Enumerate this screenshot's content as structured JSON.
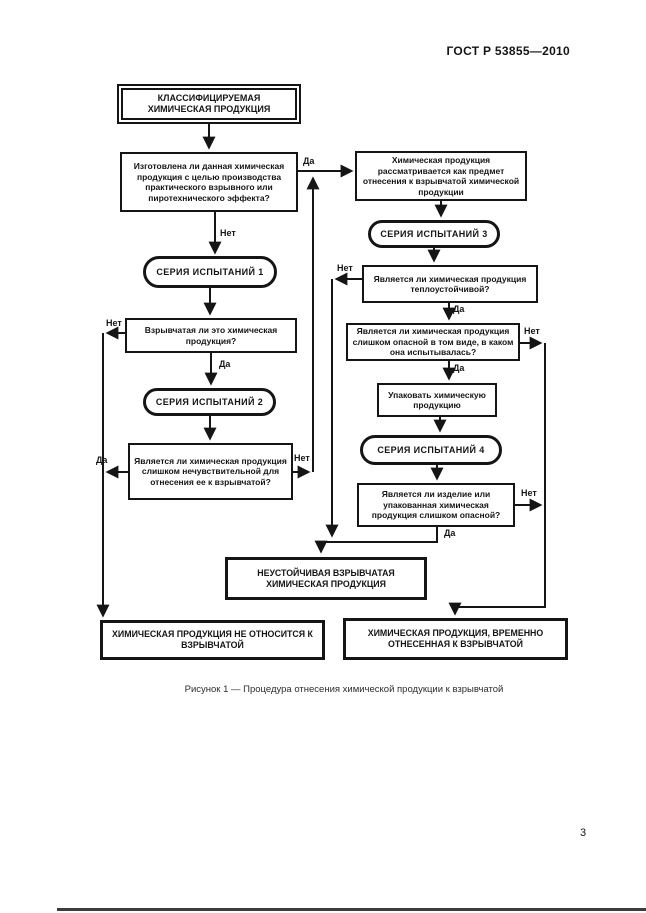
{
  "page": {
    "doc_code": "ГОСТ Р 53855—2010",
    "page_number": "3",
    "caption": "Рисунок 1 — Процедура отнесения химической продукции к взрывчатой"
  },
  "flowchart": {
    "nodes": {
      "start": "КЛАССИФИЦИРУЕМАЯ ХИМИЧЕСКАЯ ПРОДУКЦИЯ",
      "q_manufactured": "Изготовлена ли данная химическая продукция с целью производства практического взрывного или пиротехнического эффекта?",
      "candidate": "Химическая продукция рассматривается как предмет отнесения к взрывчатой химической продукции",
      "series1": "СЕРИЯ ИСПЫТАНИЙ 1",
      "series2": "СЕРИЯ ИСПЫТАНИЙ 2",
      "series3": "СЕРИЯ ИСПЫТАНИЙ 3",
      "series4": "СЕРИЯ ИСПЫТАНИЙ 4",
      "q_explosive": "Взрывчатая ли это химическая продукция?",
      "q_insensitive": "Является ли химическая продукция слишком нечувствительной для отнесения ее к взрывчатой?",
      "q_thermostable": "Является ли химическая продукция теплоустойчивой?",
      "q_dangerous_tested": "Является ли химическая продукция слишком опасной в том виде, в каком она испытывалась?",
      "package": "Упаковать химическую продукцию",
      "q_dangerous_packaged": "Является ли изделие или упакованная химическая продукция слишком опасной?",
      "unstable": "НЕУСТОЙЧИВАЯ ВЗРЫВЧАТАЯ ХИМИЧЕСКАЯ ПРОДУКЦИЯ",
      "not_explosive": "ХИМИЧЕСКАЯ ПРОДУКЦИЯ НЕ ОТНОСИТСЯ К ВЗРЫВЧАТОЙ",
      "provisional": "ХИМИЧЕСКАЯ ПРОДУКЦИЯ, ВРЕМЕННО ОТНЕСЕННАЯ К ВЗРЫВЧАТОЙ"
    },
    "edge_labels": {
      "yes": "Да",
      "no": "Нет"
    },
    "colors": {
      "line": "#151515",
      "text": "#151515",
      "background": "#ffffff"
    }
  }
}
